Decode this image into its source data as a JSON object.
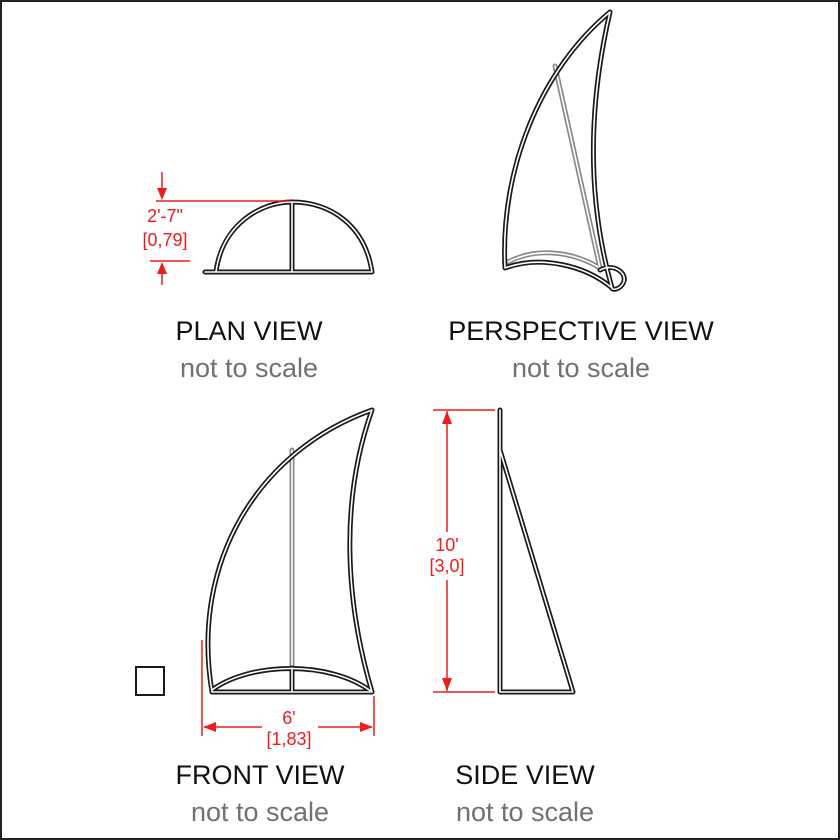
{
  "views": {
    "plan": {
      "title": "PLAN VIEW",
      "note": "not to scale",
      "dim_imperial": "2'-7\"",
      "dim_metric": "[0,79]"
    },
    "perspective": {
      "title": "PERSPECTIVE VIEW",
      "note": "not to scale"
    },
    "front": {
      "title": "FRONT VIEW",
      "note": "not to scale",
      "dim_imperial": "6'",
      "dim_metric": "[1,83]"
    },
    "side": {
      "title": "SIDE VIEW",
      "note": "not to scale",
      "dim_imperial": "10'",
      "dim_metric": "[3,0]"
    }
  },
  "colors": {
    "dimension": "#ee1c1c",
    "frame": "#1a1a1a",
    "note": "#6d7275"
  }
}
